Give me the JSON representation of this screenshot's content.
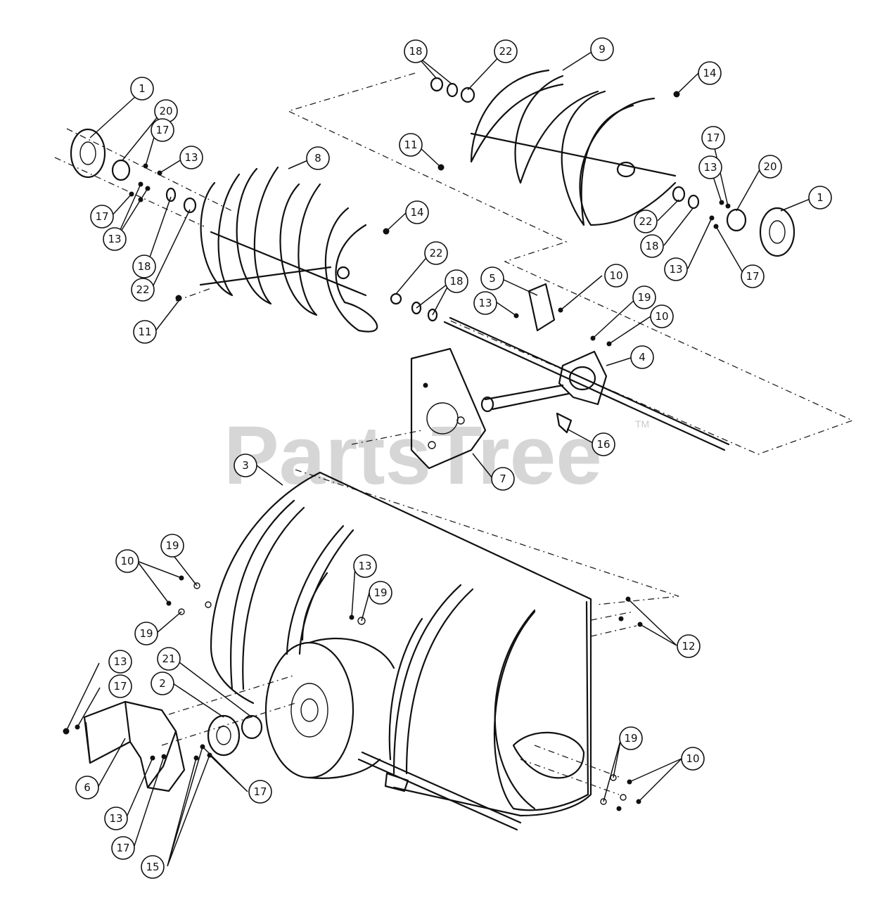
{
  "watermark": {
    "text": "PartsTree",
    "trademark": "TM"
  },
  "callouts": [
    {
      "label": "1"
    },
    {
      "label": "20"
    },
    {
      "label": "17"
    },
    {
      "label": "13"
    },
    {
      "label": "17"
    },
    {
      "label": "13"
    },
    {
      "label": "18"
    },
    {
      "label": "22"
    },
    {
      "label": "8"
    },
    {
      "label": "14"
    },
    {
      "label": "11"
    },
    {
      "label": "22"
    },
    {
      "label": "18"
    },
    {
      "label": "18"
    },
    {
      "label": "22"
    },
    {
      "label": "9"
    },
    {
      "label": "14"
    },
    {
      "label": "11"
    },
    {
      "label": "17"
    },
    {
      "label": "13"
    },
    {
      "label": "20"
    },
    {
      "label": "1"
    },
    {
      "label": "22"
    },
    {
      "label": "18"
    },
    {
      "label": "13"
    },
    {
      "label": "17"
    },
    {
      "label": "5"
    },
    {
      "label": "10"
    },
    {
      "label": "13"
    },
    {
      "label": "19"
    },
    {
      "label": "10"
    },
    {
      "label": "4"
    },
    {
      "label": "16"
    },
    {
      "label": "7"
    },
    {
      "label": "3"
    },
    {
      "label": "19"
    },
    {
      "label": "10"
    },
    {
      "label": "13"
    },
    {
      "label": "19"
    },
    {
      "label": "19"
    },
    {
      "label": "12"
    },
    {
      "label": "13"
    },
    {
      "label": "21"
    },
    {
      "label": "17"
    },
    {
      "label": "2"
    },
    {
      "label": "6"
    },
    {
      "label": "17"
    },
    {
      "label": "13"
    },
    {
      "label": "17"
    },
    {
      "label": "15"
    },
    {
      "label": "19"
    },
    {
      "label": "10"
    }
  ]
}
